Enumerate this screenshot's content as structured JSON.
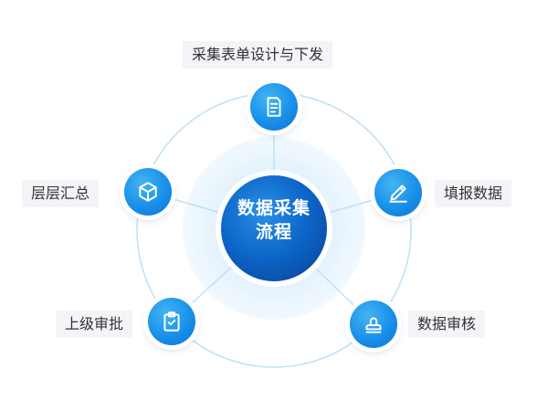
{
  "center": {
    "line1": "数据采集",
    "line2": "流程"
  },
  "steps": [
    {
      "label": "采集表单设计与下发",
      "icon": "form-document-icon"
    },
    {
      "label": "填报数据",
      "icon": "pencil-edit-icon"
    },
    {
      "label": "数据审核",
      "icon": "stamp-icon"
    },
    {
      "label": "上级审批",
      "icon": "clipboard-check-icon"
    },
    {
      "label": "层层汇总",
      "icon": "cube-icon"
    }
  ],
  "colors": {
    "node_blue": "#1890ea",
    "center_blue": "#0a5fc0",
    "ring_line": "#bfe0f2",
    "tag_bg": "#f2f4f7"
  }
}
